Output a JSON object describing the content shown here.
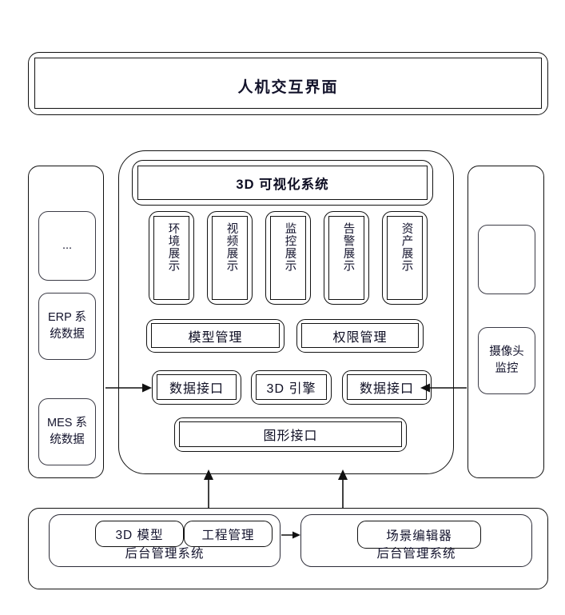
{
  "diagram": {
    "header": {
      "title": "人机交互界面"
    },
    "left_panel": {
      "cells": [
        {
          "label": "..."
        },
        {
          "label": "ERP 系\n统数据"
        },
        {
          "label": "MES 系\n统数据"
        }
      ]
    },
    "right_panel": {
      "cells": [
        {
          "label": ""
        },
        {
          "label": "摄像头\n监控"
        }
      ]
    },
    "core": {
      "viz_title": "3D 可视化系统",
      "display_modules": [
        {
          "label": "环境展示"
        },
        {
          "label": "视频展示"
        },
        {
          "label": "监控展示"
        },
        {
          "label": "告警展示"
        },
        {
          "label": "资产展示"
        }
      ],
      "management": [
        {
          "label": "模型管理"
        },
        {
          "label": "权限管理"
        }
      ],
      "interfaces": [
        {
          "label": "数据接口"
        },
        {
          "label": "3D 引擎"
        },
        {
          "label": "数据接口"
        }
      ],
      "graphics_interface": {
        "label": "图形接口"
      }
    },
    "bottom": {
      "sections": [
        {
          "caption": "后台管理系统",
          "chips": [
            {
              "label": "3D 模型"
            },
            {
              "label": "工程管理"
            }
          ]
        },
        {
          "caption": "后台管理系统",
          "chips": [
            {
              "label": "场景编辑器"
            }
          ]
        }
      ]
    },
    "connectors": [
      {
        "name": "erp-to-data-interface",
        "direction": "right"
      },
      {
        "name": "camera-to-data-interface",
        "direction": "left"
      },
      {
        "name": "backend-to-core-left",
        "direction": "up"
      },
      {
        "name": "backend-to-core-right",
        "direction": "up"
      },
      {
        "name": "backend-left-to-right",
        "direction": "right"
      }
    ],
    "colors": {
      "stroke": "#111111",
      "text": "#14142e",
      "background": "#ffffff"
    }
  }
}
